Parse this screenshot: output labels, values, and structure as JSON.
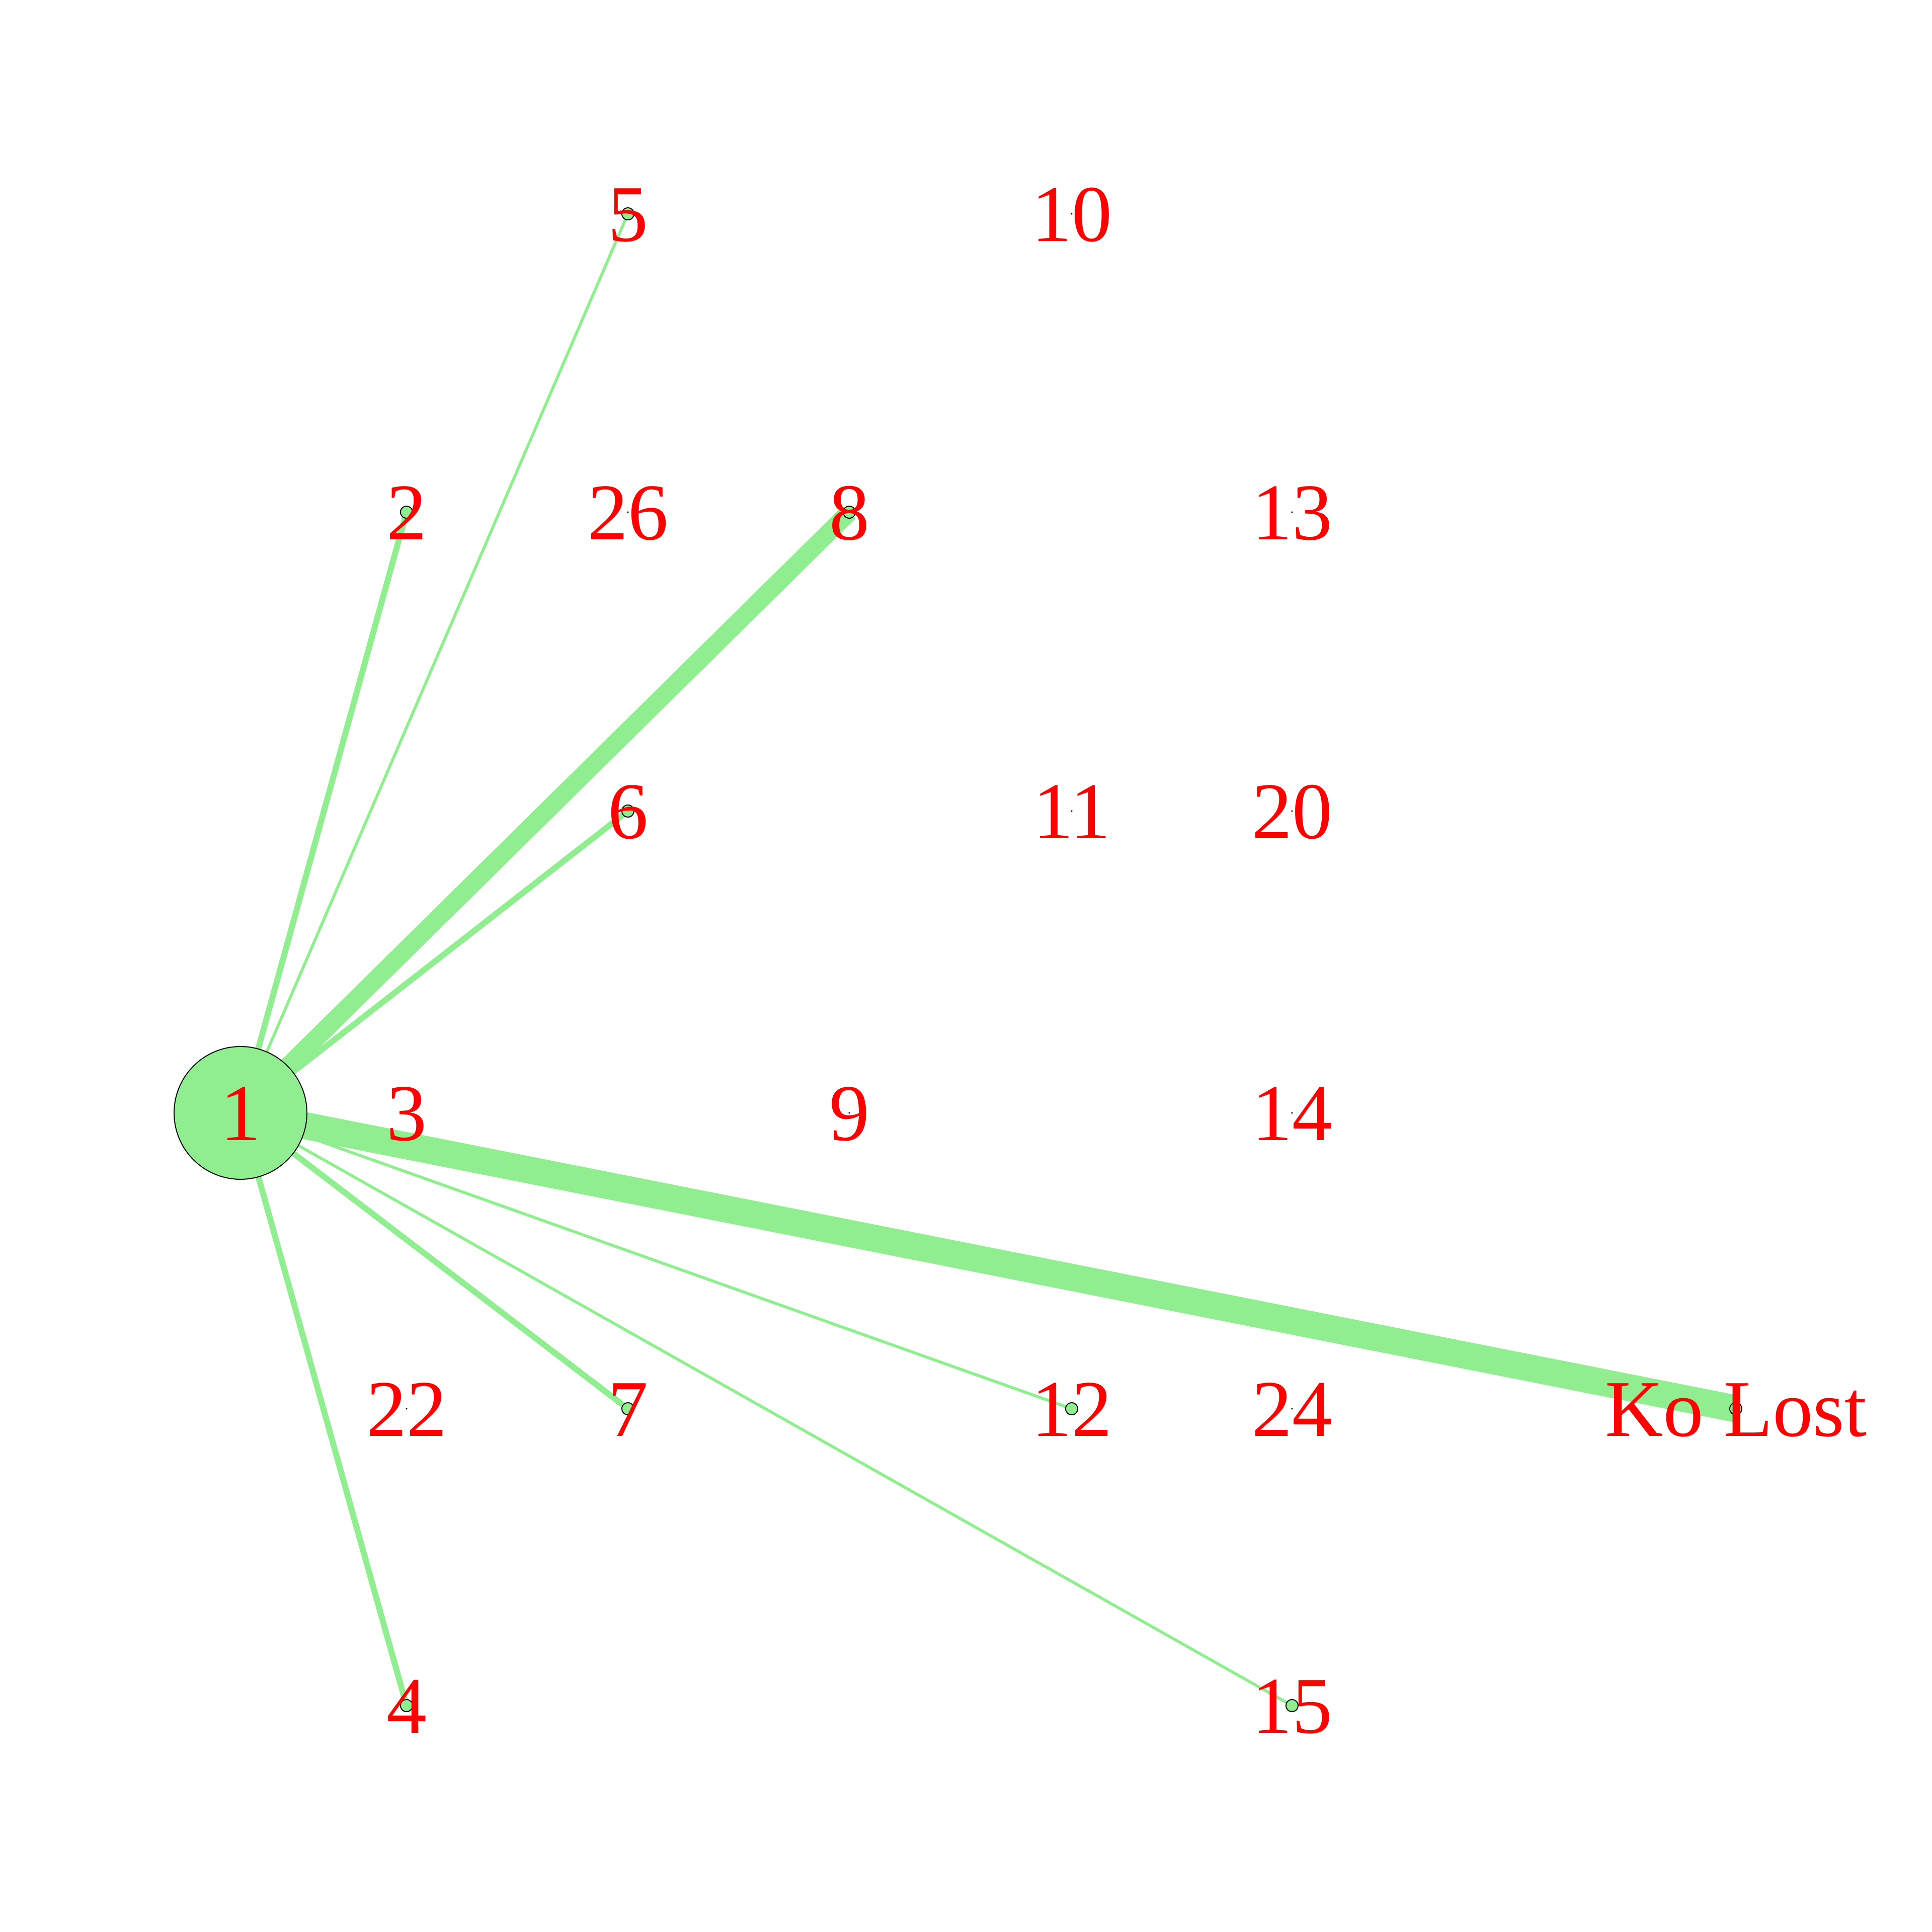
{
  "colors": {
    "edge": "#90ee90",
    "node_fill": "#90ee90",
    "node_stroke": "#000000",
    "label": "#ff0000",
    "background": "#ffffff"
  },
  "nodes": [
    {
      "id": "1",
      "label": "1",
      "weight": 1.0
    },
    {
      "id": "2",
      "label": "2",
      "weight": 0.09
    },
    {
      "id": "3",
      "label": "3",
      "weight": 0.01
    },
    {
      "id": "4",
      "label": "4",
      "weight": 0.09
    },
    {
      "id": "5",
      "label": "5",
      "weight": 0.09
    },
    {
      "id": "6",
      "label": "6",
      "weight": 0.09
    },
    {
      "id": "7",
      "label": "7",
      "weight": 0.09
    },
    {
      "id": "8",
      "label": "8",
      "weight": 0.09
    },
    {
      "id": "9",
      "label": "9",
      "weight": 0.01
    },
    {
      "id": "10",
      "label": "10",
      "weight": 0.01
    },
    {
      "id": "11",
      "label": "11",
      "weight": 0.01
    },
    {
      "id": "12",
      "label": "12",
      "weight": 0.09
    },
    {
      "id": "13",
      "label": "13",
      "weight": 0.01
    },
    {
      "id": "14",
      "label": "14",
      "weight": 0.01
    },
    {
      "id": "15",
      "label": "15",
      "weight": 0.09
    },
    {
      "id": "20",
      "label": "20",
      "weight": 0.01
    },
    {
      "id": "22",
      "label": "22",
      "weight": 0.01
    },
    {
      "id": "24",
      "label": "24",
      "weight": 0.01
    },
    {
      "id": "26",
      "label": "26",
      "weight": 0.01
    },
    {
      "id": "ko-lost",
      "label": "Ko Lost",
      "weight": 0.09
    }
  ],
  "edges": [
    {
      "source": "1",
      "target": "2",
      "weight": 4
    },
    {
      "source": "1",
      "target": "5",
      "weight": 2
    },
    {
      "source": "1",
      "target": "8",
      "weight": 12
    },
    {
      "source": "1",
      "target": "6",
      "weight": 4
    },
    {
      "source": "1",
      "target": "ko-lost",
      "weight": 18
    },
    {
      "source": "1",
      "target": "7",
      "weight": 4
    },
    {
      "source": "1",
      "target": "12",
      "weight": 2
    },
    {
      "source": "1",
      "target": "15",
      "weight": 2
    },
    {
      "source": "1",
      "target": "4",
      "weight": 4
    }
  ]
}
